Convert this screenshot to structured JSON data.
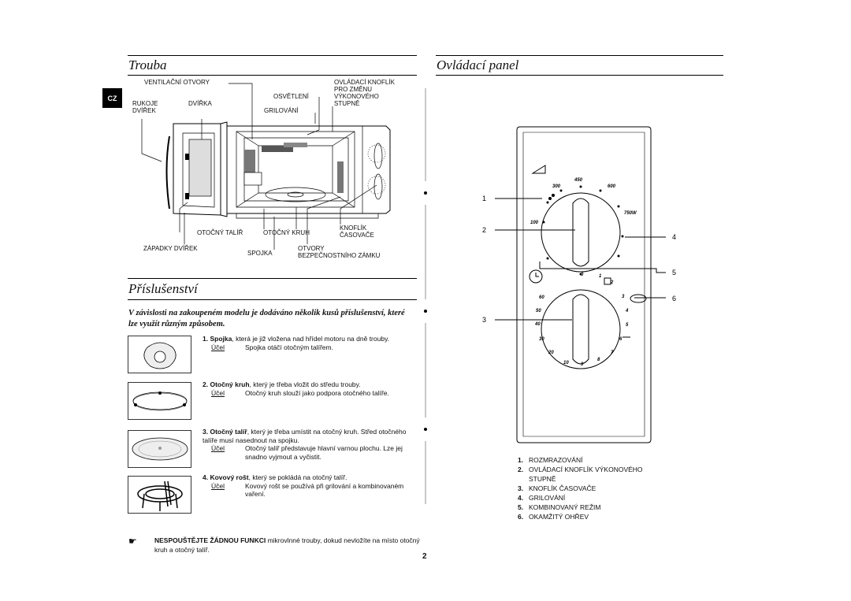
{
  "page_number": "2",
  "section_tag": "CZ",
  "headings": {
    "oven": "Trouba",
    "accessories": "Příslušenství",
    "control_panel": "Ovládací panel"
  },
  "oven_labels": {
    "vent": "VENTILAČNÍ OTVORY",
    "handle": [
      "RUKOJE",
      "DVÍŘEK"
    ],
    "door": "DVÍŘKA",
    "light": "OSVĚTLENÍ",
    "grill": "GRILOVÁNÍ",
    "power_knob": [
      "OVLÁDACÍ KNOFLÍK",
      "PRO ZMĚNU",
      "VÝKONOVÉHO",
      "STUPNĚ"
    ],
    "turntable": "OTOČNÝ TALÍŘ",
    "ring": "OTOČNÝ KRUH",
    "timer_knob": [
      "KNOFLÍK",
      "ČASOVAČE"
    ],
    "latches": "ZÁPADKY DVÍŘEK",
    "coupler": "SPOJKA",
    "safety": [
      "OTVORY",
      "BEZPEČNOSTNÍHO ZÁMKU"
    ]
  },
  "accessories_intro": "V závislosti na zakoupeném modelu je dodáváno několik kusů příslušenství, které lze využít různým způsobem.",
  "purpose_label": "Účel",
  "accessories": [
    {
      "num": "1.",
      "name": "Spojka",
      "desc": ", která je již vložena nad hřídel motoru na dně trouby.",
      "purpose": "Spojka otáčí otočným talířem."
    },
    {
      "num": "2.",
      "name": "Otočný kruh",
      "desc": ", který je třeba vložit do středu trouby.",
      "purpose": "Otočný kruh slouží jako podpora otočného talíře."
    },
    {
      "num": "3.",
      "name": "Otočný talíř",
      "desc": ", který je třeba umístit na otočný kruh. Střed otočného talíře musí nasednout na spojku.",
      "purpose": "Otočný talíř představuje hlavní varnou plochu. Lze jej snadno vyjmout a vyčistit."
    },
    {
      "num": "4.",
      "name": "Kovový rošt",
      "desc": ", který se pokládá na otočný talíř.",
      "purpose": "Kovový rošt se používá při grilování a kombinovaném vaření."
    }
  ],
  "warning": {
    "bold": "NESPOUŠTĚJTE ŽÁDNOU FUNKCI",
    "rest": " mikrovlnné trouby, dokud nevložíte na místo otočný kruh a otočný talíř."
  },
  "panel": {
    "power_marks": [
      "300",
      "450",
      "600",
      "750W",
      "100"
    ],
    "timer_marks": [
      "0",
      "1",
      "2",
      "3",
      "4",
      "5",
      "6",
      "7",
      "8",
      "9",
      "10",
      "20",
      "30",
      "40",
      "50",
      "60"
    ],
    "callouts": [
      "1",
      "2",
      "3",
      "4",
      "5",
      "6"
    ]
  },
  "legend": [
    {
      "n": "1.",
      "t": "ROZMRAZOVÁNÍ"
    },
    {
      "n": "2.",
      "t": "OVLÁDACÍ KNOFLÍK VÝKONOVÉHO"
    },
    {
      "n": "",
      "t": "STUPNĚ"
    },
    {
      "n": "3.",
      "t": "KNOFLÍK ČASOVAČE"
    },
    {
      "n": "4.",
      "t": "GRILOVÁNÍ"
    },
    {
      "n": "5.",
      "t": "KOMBINOVANÝ REŽIM"
    },
    {
      "n": "6.",
      "t": "OKAMŽITÝ OHŘEV"
    }
  ]
}
